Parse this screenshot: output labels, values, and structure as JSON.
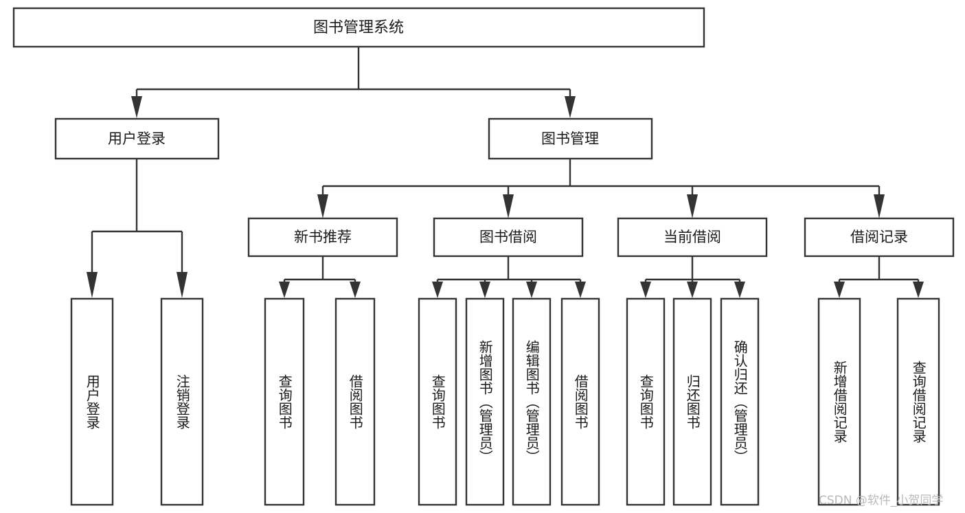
{
  "diagram": {
    "title": "图书管理系统",
    "type": "tree-hierarchy",
    "watermark": "CSDN @软件_小贺同学",
    "colors": {
      "box_stroke": "#333333",
      "box_fill": "#ffffff",
      "text": "#1a1a1a",
      "background": "#ffffff",
      "watermark": "#b9b9b9"
    },
    "root": {
      "label": "图书管理系统"
    },
    "level2": [
      {
        "id": "user-login",
        "label": "用户登录"
      },
      {
        "id": "book-manage",
        "label": "图书管理"
      }
    ],
    "level3": [
      {
        "id": "new-book-recommend",
        "label": "新书推荐"
      },
      {
        "id": "book-borrow",
        "label": "图书借阅"
      },
      {
        "id": "current-borrow",
        "label": "当前借阅"
      },
      {
        "id": "borrow-record",
        "label": "借阅记录"
      }
    ],
    "leaves": {
      "user-login": [
        {
          "id": "leaf-user-login",
          "label": "用户登录"
        },
        {
          "id": "leaf-logout-login",
          "label": "注销登录"
        }
      ],
      "new-book-recommend": [
        {
          "id": "leaf-query-book-1",
          "label": "查询图书"
        },
        {
          "id": "leaf-borrow-book-1",
          "label": "借阅图书"
        }
      ],
      "book-borrow": [
        {
          "id": "leaf-query-book-2",
          "label": "查询图书"
        },
        {
          "id": "leaf-add-book",
          "label": "新增图书（管理员）"
        },
        {
          "id": "leaf-edit-book",
          "label": "编辑图书（管理员）"
        },
        {
          "id": "leaf-borrow-book-2",
          "label": "借阅图书"
        }
      ],
      "current-borrow": [
        {
          "id": "leaf-query-book-3",
          "label": "查询图书"
        },
        {
          "id": "leaf-return-book",
          "label": "归还图书"
        },
        {
          "id": "leaf-confirm-return",
          "label": "确认归还（管理员）"
        }
      ],
      "borrow-record": [
        {
          "id": "leaf-add-record",
          "label": "新增借阅记录"
        },
        {
          "id": "leaf-query-record",
          "label": "查询借阅记录"
        }
      ]
    }
  }
}
